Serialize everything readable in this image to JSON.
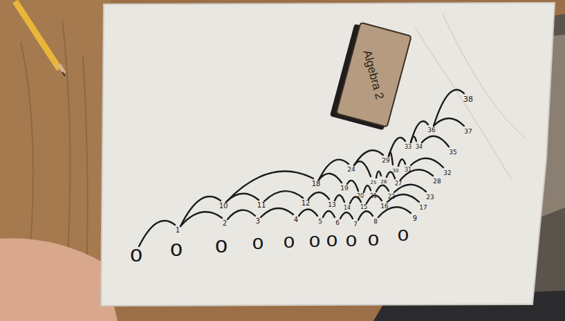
{
  "diagram": {
    "labels": [
      "Algebra 2",
      "0",
      "0",
      "0",
      "0",
      "0",
      "0",
      "0",
      "0",
      "0",
      "0",
      "1",
      "2",
      "3",
      "4",
      "5",
      "6",
      "7",
      "8",
      "9",
      "10",
      "11",
      "12",
      "13",
      "14",
      "15",
      "16",
      "17",
      "18",
      "19",
      "20",
      "21",
      "22",
      "23",
      "24",
      "25",
      "26",
      "27",
      "28",
      "29",
      "30",
      "31",
      "32",
      "33",
      "34",
      "35",
      "36",
      "37",
      "38"
    ]
  }
}
